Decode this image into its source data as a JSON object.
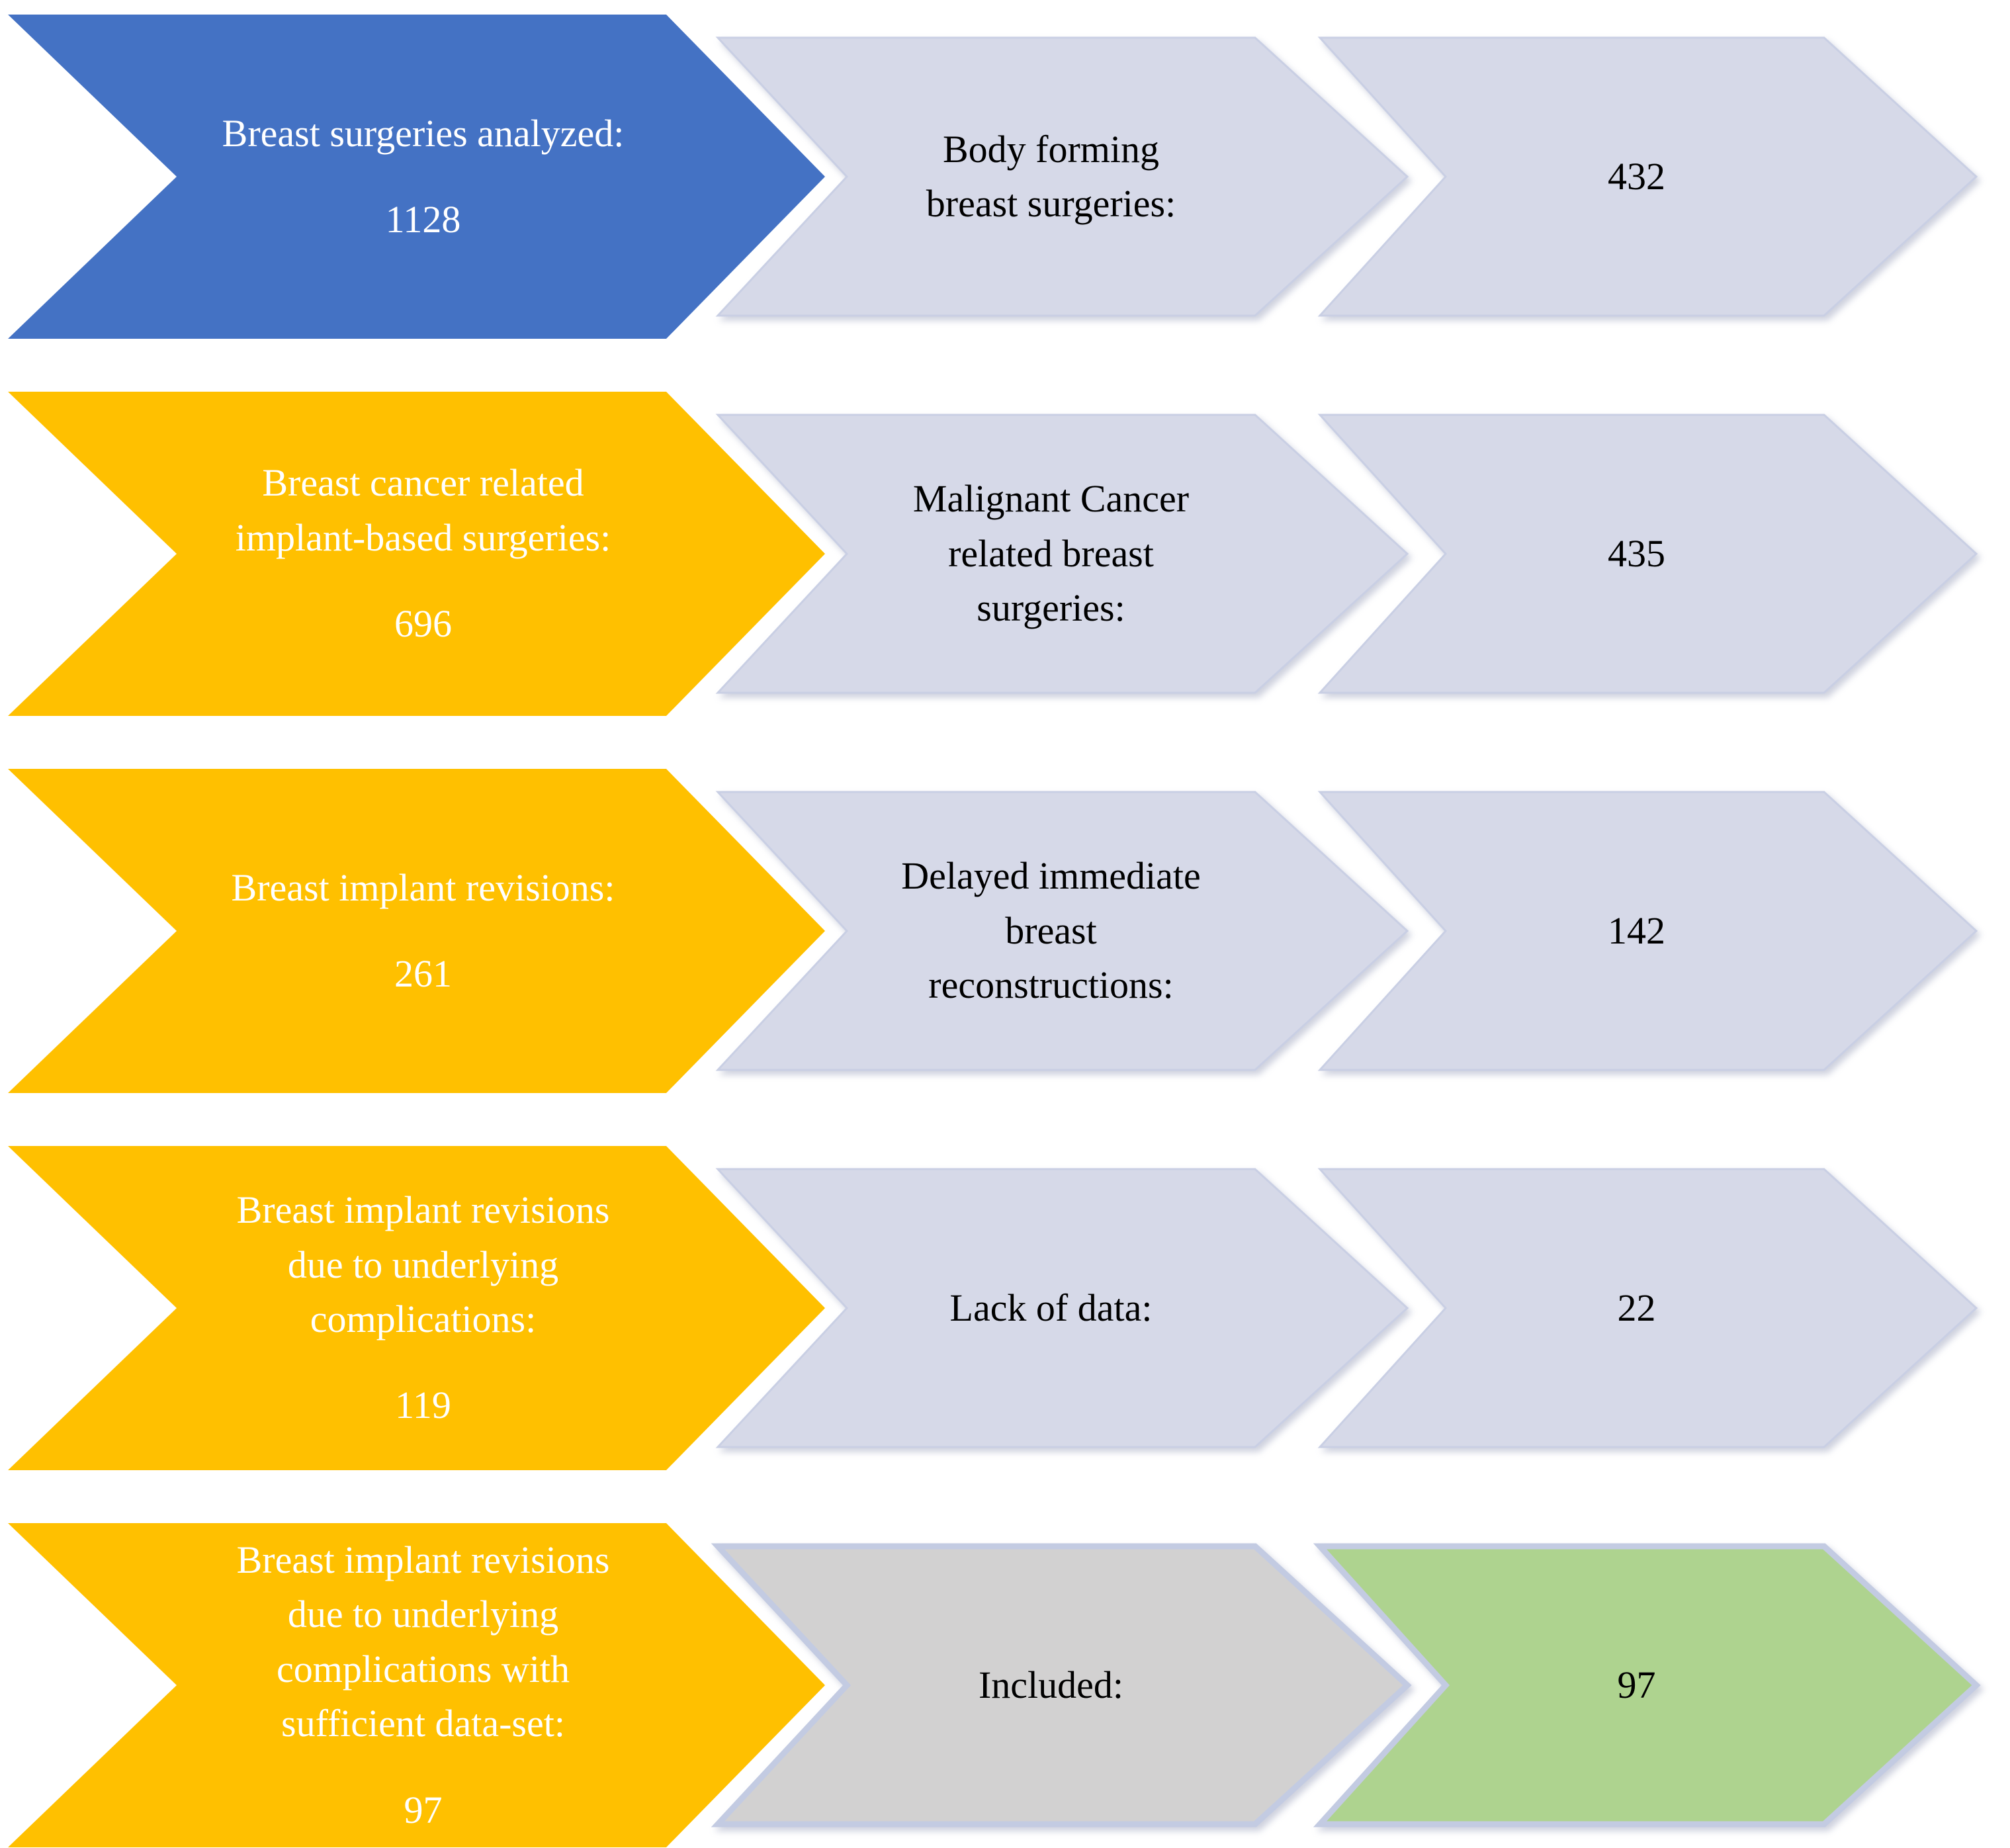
{
  "diagram": {
    "type": "chevron-process-flow",
    "background": "#FFFFFF",
    "colors": {
      "source_blue": "#4472C4",
      "source_gold": "#FFC000",
      "category_lavender": "#D6D9E8",
      "included_gray": "#D2D1D1",
      "included_green": "#AED38F",
      "text_on_colored": "#FFFFFF",
      "text_on_light": "#000000"
    },
    "rows": [
      {
        "left": {
          "label": "Breast surgeries analyzed:",
          "value": "1128",
          "fill": "#4472C4"
        },
        "mid": {
          "label": "Body forming breast surgeries:",
          "fill": "#D6D9E8"
        },
        "right": {
          "value": "432",
          "fill": "#D6D9E8"
        }
      },
      {
        "left": {
          "label": "Breast cancer related implant-based surgeries:",
          "value": "696",
          "fill": "#FFC000"
        },
        "mid": {
          "label": "Malignant Cancer related breast surgeries:",
          "fill": "#D6D9E8"
        },
        "right": {
          "value": "435",
          "fill": "#D6D9E8"
        }
      },
      {
        "left": {
          "label": "Breast implant revisions:",
          "value": "261",
          "fill": "#FFC000"
        },
        "mid": {
          "label": "Delayed immediate breast reconstructions:",
          "fill": "#D6D9E8"
        },
        "right": {
          "value": "142",
          "fill": "#D6D9E8"
        }
      },
      {
        "left": {
          "label": "Breast implant revisions due to underlying complications:",
          "value": "119",
          "fill": "#FFC000"
        },
        "mid": {
          "label": "Lack of data:",
          "fill": "#D6D9E8"
        },
        "right": {
          "value": "22",
          "fill": "#D6D9E8"
        }
      },
      {
        "left": {
          "label": "Breast implant revisions due to underlying complications with sufficient data-set:",
          "value": "97",
          "fill": "#FFC000"
        },
        "mid": {
          "label": "Included:",
          "fill": "#D2D1D1"
        },
        "right": {
          "value": "97",
          "fill": "#AED38F"
        }
      }
    ]
  }
}
